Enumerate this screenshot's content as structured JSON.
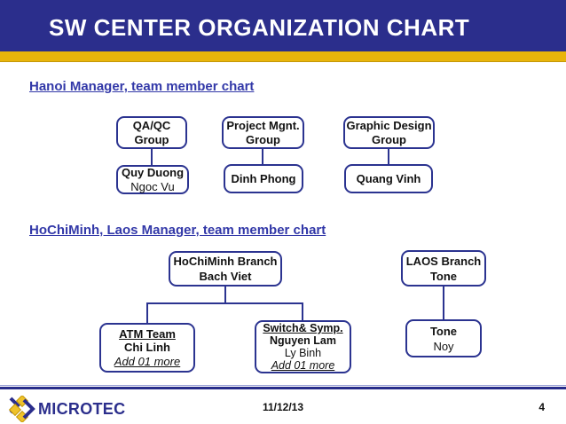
{
  "slide": {
    "title": "SW CENTER ORGANIZATION CHART",
    "date": "11/12/13",
    "page_number": "4",
    "brand": "MICROTEC"
  },
  "colors": {
    "banner_navy": "#2B2E8C",
    "gold_stripe": "#E9B50B",
    "heading_blue": "#3238A8",
    "box_border_navy": "#2B3390"
  },
  "sections": [
    {
      "heading": "Hanoi Manager, team member chart",
      "columns": [
        {
          "group": [
            "QA/QC",
            "Group"
          ],
          "members": [
            "Quy Duong",
            "Ngoc Vu"
          ]
        },
        {
          "group": [
            "Project Mgnt.",
            "Group"
          ],
          "members": [
            "Dinh Phong"
          ]
        },
        {
          "group": [
            "Graphic Design",
            "Group"
          ],
          "members": [
            "Quang Vinh"
          ]
        }
      ]
    },
    {
      "heading": "HoChiMinh, Laos Manager, team member chart",
      "trees": [
        {
          "root": [
            "HoChiMinh Branch",
            "Bach Viet"
          ],
          "children": [
            {
              "lines": [
                "ATM Team",
                "Chi Linh",
                "Add 01 more"
              ]
            },
            {
              "lines": [
                "Switch& Symp.",
                "Nguyen Lam",
                "Ly Binh",
                "Add 01 more"
              ]
            }
          ]
        },
        {
          "root": [
            "LAOS Branch",
            "Tone"
          ],
          "children": [
            {
              "lines": [
                "Tone",
                "Noy"
              ]
            }
          ]
        }
      ]
    }
  ]
}
